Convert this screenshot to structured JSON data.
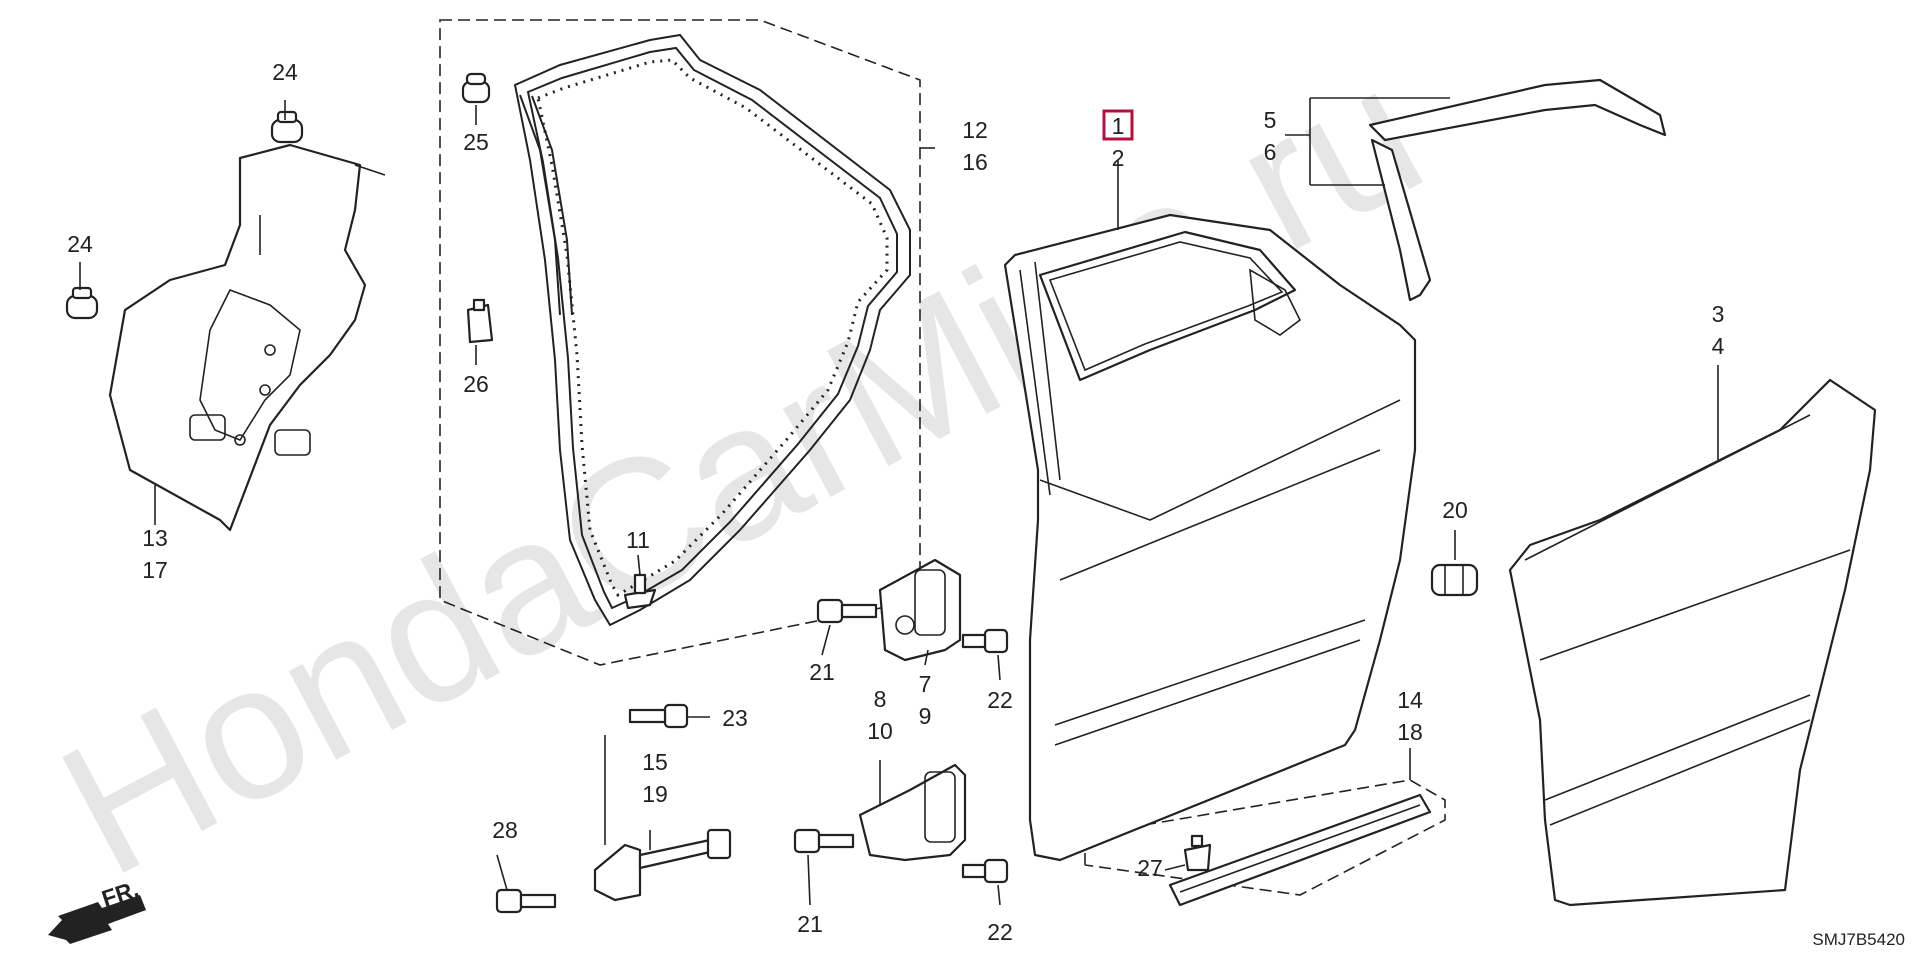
{
  "diagram": {
    "code": "SMJ7B5420",
    "direction_label": "FR.",
    "watermark": "HondaCarMine.ru",
    "highlight_color": "#b4103c",
    "callouts": {
      "c1": "1",
      "c2": "2",
      "c3": "3",
      "c4": "4",
      "c5": "5",
      "c6": "6",
      "c7": "7",
      "c8": "8",
      "c9": "9",
      "c10": "10",
      "c11": "11",
      "c12": "12",
      "c13": "13",
      "c14": "14",
      "c15": "15",
      "c16": "16",
      "c17": "17",
      "c18": "18",
      "c19": "19",
      "c20": "20",
      "c21a": "21",
      "c21b": "21",
      "c22a": "22",
      "c22b": "22",
      "c23": "23",
      "c24a": "24",
      "c24b": "24",
      "c25": "25",
      "c26": "26",
      "c27": "27",
      "c28": "28"
    }
  }
}
